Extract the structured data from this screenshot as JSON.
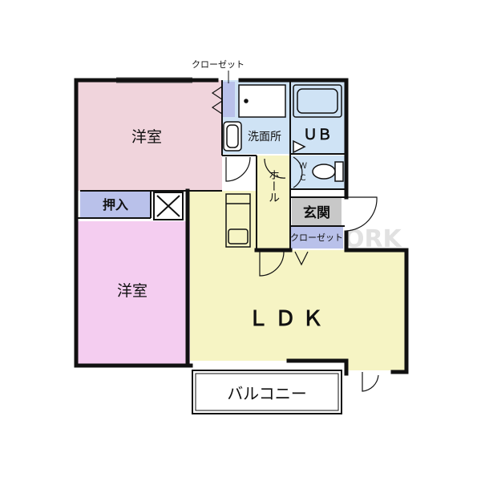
{
  "watermark": "PITAT HOUSE NETWORK",
  "colors": {
    "wall": "#111111",
    "western_room_upper": "#f0d4dc",
    "western_room_lower": "#f4cdf0",
    "ldk": "#f6f4c4",
    "wet_area": "#cfe3f5",
    "closet": "#b9c1ea",
    "entrance": "#c8c8c8",
    "balcony": "#ffffff"
  },
  "rooms": {
    "western_upper": "洋室",
    "western_lower": "洋室",
    "closet_top": "クローゼット",
    "washroom": "洗面所",
    "bath": "ＵＢ",
    "wc": "ＷＣ",
    "hall": "ホール",
    "entrance": "玄関",
    "closet_entrance": "クローゼット",
    "oshiire": "押入",
    "ldk": "ＬＤＫ",
    "balcony": "バルコニー"
  }
}
